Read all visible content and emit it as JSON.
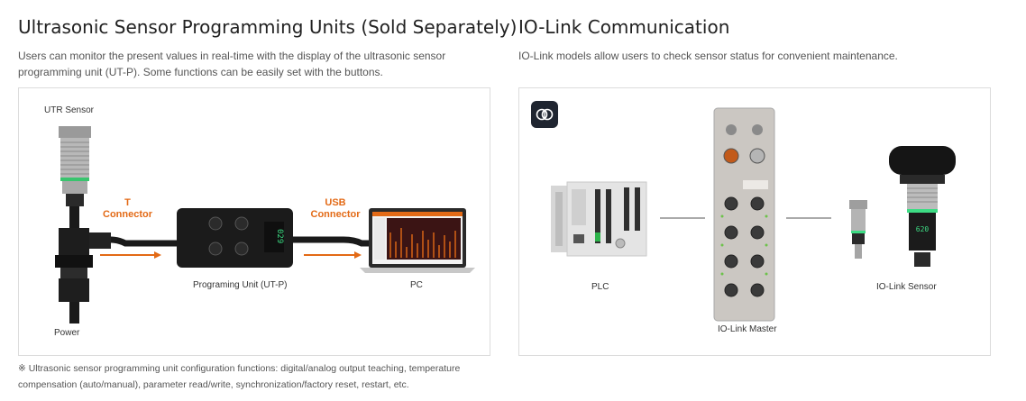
{
  "left": {
    "title": "Ultrasonic Sensor Programming Units (Sold Separately)",
    "description": "Users can monitor the present values in real-time with the display of the ultrasonic sensor programming unit (UT-P). Some functions can be easily set with the buttons.",
    "labels": {
      "utr_sensor": "UTR Sensor",
      "t_connector_line1": "T",
      "t_connector_line2": "Connector",
      "usb_connector_line1": "USB",
      "usb_connector_line2": "Connector",
      "programming_unit": "Programing Unit (UT-P)",
      "pc": "PC",
      "power": "Power"
    },
    "display_value": "029",
    "note": "※ Ultrasonic sensor programming unit configuration functions: digital/analog output teaching, temperature compensation (auto/manual), parameter read/write, synchronization/factory reset, restart, etc."
  },
  "right": {
    "title": "IO-Link Communication",
    "description": "IO-Link models allow users to check sensor status for convenient maintenance.",
    "labels": {
      "plc": "PLC",
      "io_link_master": "IO-Link Master",
      "io_link_sensor": "IO-Link Sensor"
    },
    "sensor_display_value": "620",
    "badge_icon": "brain-icon"
  },
  "colors": {
    "accent_orange": "#e36a16",
    "display_green": "#3ddc84",
    "badge_bg": "#1f2530"
  }
}
